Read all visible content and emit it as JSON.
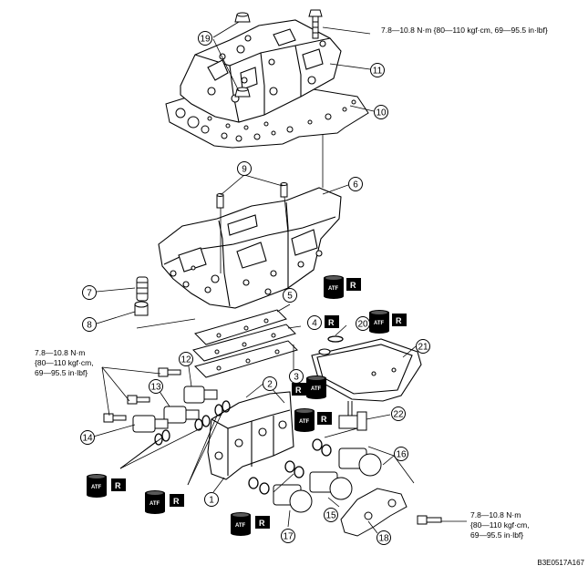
{
  "figure_id": "B3E0517A167",
  "torque_specs": [
    {
      "line1": "7.8—10.8 N·m {80—110 kgf·cm, 69—95.5 in·lbf}",
      "line2": "",
      "line3": ""
    },
    {
      "line1": "7.8—10.8 N·m",
      "line2": "{80—110 kgf·cm,",
      "line3": "69—95.5 in·lbf}"
    },
    {
      "line1": "7.8—10.8 N·m",
      "line2": "{80—110 kgf·cm,",
      "line3": "69—95.5 in·lbf}"
    }
  ],
  "callouts": [
    "1",
    "2",
    "3",
    "4",
    "5",
    "6",
    "7",
    "8",
    "9",
    "10",
    "11",
    "12",
    "13",
    "14",
    "15",
    "16",
    "17",
    "18",
    "19",
    "20",
    "21",
    "22"
  ],
  "badges": {
    "atf": "ATF",
    "r": "R"
  },
  "colors": {
    "line": "#000000",
    "badge_fill": "#000000",
    "badge_text": "#ffffff",
    "background": "#ffffff"
  }
}
